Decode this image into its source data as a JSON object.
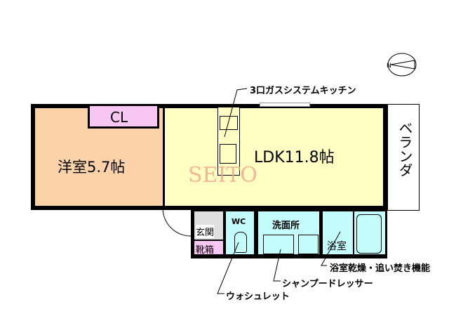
{
  "rooms": {
    "western": {
      "label": "洋室5.7帖",
      "color": "#fcd3a8"
    },
    "closet": {
      "label": "CL",
      "color": "#f7c6f2"
    },
    "ldk": {
      "label": "LDK11.8帖",
      "color": "#ffffc4"
    },
    "balcony": {
      "label": "ベランダ"
    },
    "entrance": {
      "label": "玄関"
    },
    "shoe_box": {
      "label": "靴箱",
      "color": "#f7c6f2"
    },
    "wc": {
      "label": "WC",
      "color": "#c4fcfc"
    },
    "washroom": {
      "label": "洗面所",
      "color": "#c4fcfc"
    },
    "bathroom": {
      "label": "浴室",
      "color": "#c4fcfc"
    }
  },
  "notes": {
    "kitchen": "3口ガスシステムキッチン",
    "bath_dryer": "浴室乾燥・追い焚き機能",
    "dresser": "シャンプードレッサー",
    "washlet": "ウォシュレット"
  },
  "watermark": "SEITO",
  "compass": {
    "label": "N",
    "icon": "north-arrow-icon"
  }
}
